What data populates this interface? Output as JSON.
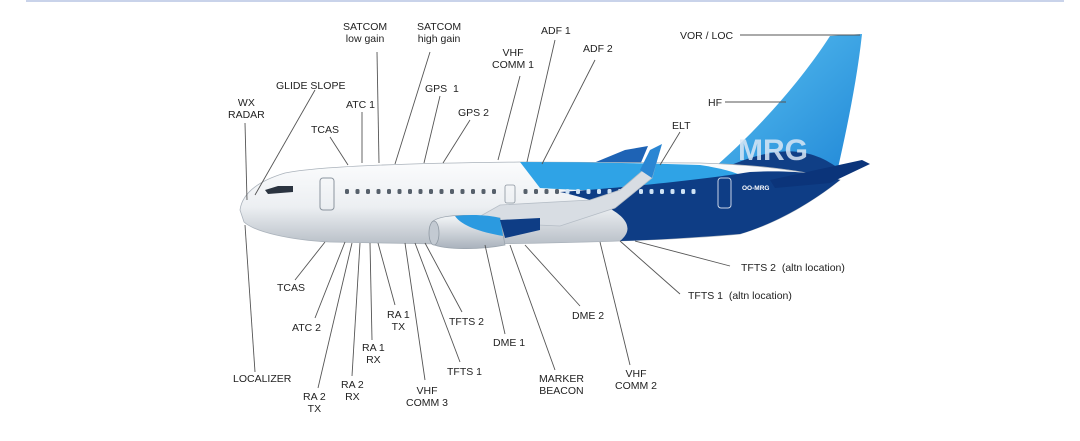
{
  "airline_logo": "MRG",
  "registration": "OO-MRG",
  "colors": {
    "fuselage": "#eef0f2",
    "belly": "#c9cfd6",
    "livery_dark": "#0d3f86",
    "livery_light": "#31a8e8",
    "leader_line": "#555555"
  },
  "antennas": [
    {
      "key": "satcom_low",
      "text": "SATCOM\nlow gain"
    },
    {
      "key": "satcom_high",
      "text": "SATCOM\nhigh gain"
    },
    {
      "key": "adf1",
      "text": "ADF 1"
    },
    {
      "key": "adf2",
      "text": "ADF 2"
    },
    {
      "key": "vhf1",
      "text": "VHF\nCOMM 1"
    },
    {
      "key": "vor",
      "text": "VOR / LOC"
    },
    {
      "key": "glide",
      "text": "GLIDE SLOPE"
    },
    {
      "key": "wx",
      "text": "WX\nRADAR"
    },
    {
      "key": "atc1",
      "text": "ATC 1"
    },
    {
      "key": "gps1",
      "text": "GPS  1"
    },
    {
      "key": "gps2",
      "text": "GPS 2"
    },
    {
      "key": "tcas_top",
      "text": "TCAS"
    },
    {
      "key": "hf",
      "text": "HF"
    },
    {
      "key": "elt",
      "text": "ELT"
    },
    {
      "key": "tfts2_altn",
      "text": "TFTS 2  (altn location)"
    },
    {
      "key": "tfts1_altn",
      "text": "TFTS 1  (altn location)"
    },
    {
      "key": "tcas_bot",
      "text": "TCAS"
    },
    {
      "key": "atc2",
      "text": "ATC 2"
    },
    {
      "key": "ra1tx",
      "text": "RA 1\nTX"
    },
    {
      "key": "ra1rx",
      "text": "RA 1\nRX"
    },
    {
      "key": "ra2rx",
      "text": "RA 2\nRX"
    },
    {
      "key": "ra2tx",
      "text": "RA 2\nTX"
    },
    {
      "key": "tfts2",
      "text": "TFTS 2"
    },
    {
      "key": "tfts1",
      "text": "TFTS 1"
    },
    {
      "key": "dme2",
      "text": "DME 2"
    },
    {
      "key": "dme1",
      "text": "DME 1"
    },
    {
      "key": "marker",
      "text": "MARKER\nBEACON"
    },
    {
      "key": "vhf2",
      "text": "VHF\nCOMM 2"
    },
    {
      "key": "vhf3",
      "text": "VHF\nCOMM 3"
    },
    {
      "key": "localizer",
      "text": "LOCALIZER"
    }
  ]
}
